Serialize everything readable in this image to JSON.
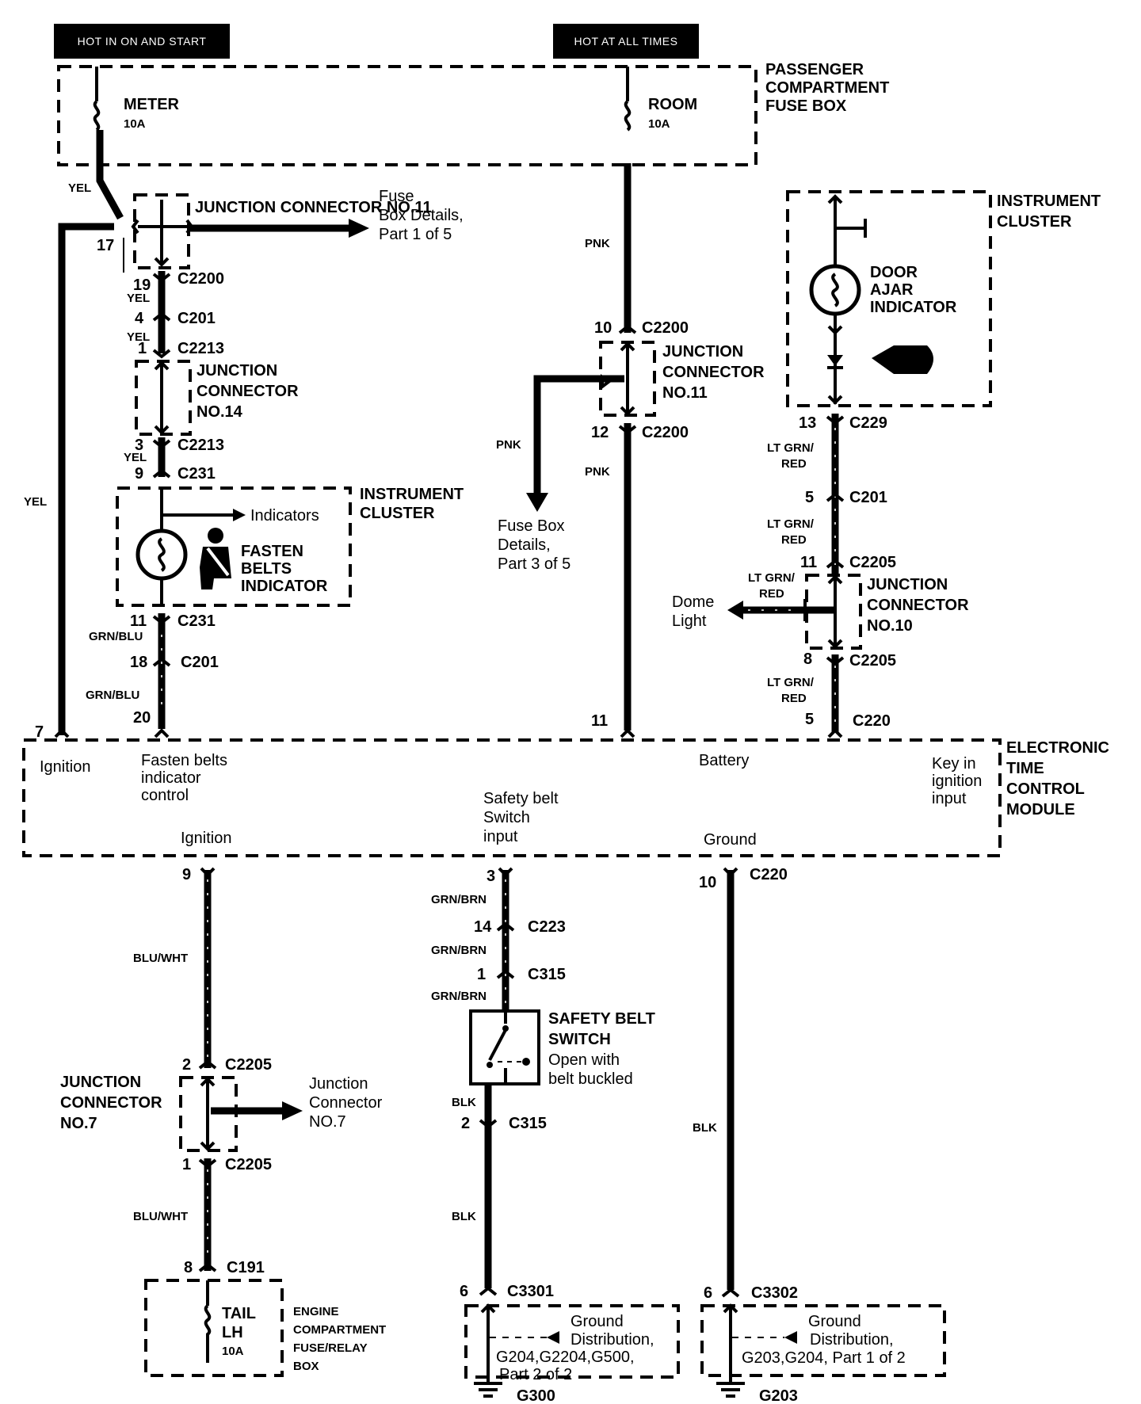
{
  "headers": {
    "left": "HOT IN ON AND START",
    "right": "HOT AT ALL TIMES"
  },
  "fuse_box": {
    "label": [
      "PASSENGER",
      "COMPARTMENT",
      "FUSE BOX"
    ],
    "meter_fuse": {
      "name": "METER",
      "rating": "10A"
    },
    "room_fuse": {
      "name": "ROOM",
      "rating": "10A"
    }
  },
  "left_column": {
    "junction11": {
      "label": "JUNCTION CONNECTOR NO.11",
      "pin": "17",
      "ref": [
        "Fuse",
        "Box Details,",
        "Part 1 of 5"
      ]
    },
    "c2200": {
      "pin": "19",
      "name": "C2200",
      "color": "YEL"
    },
    "c201_a": {
      "pin": "4",
      "name": "C201",
      "color": "YEL"
    },
    "c2213_a": {
      "pin": "1",
      "name": "C2213"
    },
    "junction14": {
      "label": [
        "JUNCTION",
        "CONNECTOR",
        "NO.14"
      ]
    },
    "c2213_b": {
      "pin": "3",
      "name": "C2213",
      "color": "YEL"
    },
    "c231_a": {
      "pin": "9",
      "name": "C231"
    },
    "cluster": {
      "label": [
        "INSTRUMENT",
        "CLUSTER"
      ],
      "indicators": "Indicators",
      "fasten": [
        "FASTEN",
        "BELTS",
        "INDICATOR"
      ]
    },
    "c231_b": {
      "pin": "11",
      "name": "C231",
      "color": "GRN/BLU"
    },
    "c201_b": {
      "pin": "18",
      "name": "C201"
    },
    "c220": {
      "pin": "20",
      "color": "GRN/BLU"
    },
    "yel_top": "YEL",
    "yel_side": "YEL",
    "pin7": "7"
  },
  "middle_column": {
    "pnk1": "PNK",
    "c2200_a": {
      "pin": "10",
      "name": "C2200"
    },
    "junction11": {
      "label": [
        "JUNCTION",
        "CONNECTOR",
        "NO.11"
      ]
    },
    "c2200_b": {
      "pin": "12",
      "name": "C2200"
    },
    "pnk2": "PNK",
    "pnk3": "PNK",
    "ref": [
      "Fuse Box",
      "Details,",
      "Part 3 of 5"
    ],
    "pin11": "11"
  },
  "right_column": {
    "cluster": {
      "label": [
        "INSTRUMENT",
        "CLUSTER"
      ],
      "door": [
        "DOOR",
        "AJAR",
        "INDICATOR"
      ]
    },
    "c229": {
      "pin": "13",
      "name": "C229"
    },
    "wire1": [
      "LT GRN/",
      "RED"
    ],
    "c201": {
      "pin": "5",
      "name": "C201"
    },
    "wire2": [
      "LT GRN/",
      "RED"
    ],
    "c2205_a": {
      "pin": "11",
      "name": "C2205"
    },
    "wire3": [
      "LT GRN/",
      "RED"
    ],
    "dome": [
      "Dome",
      "Light"
    ],
    "junction10": {
      "label": [
        "JUNCTION",
        "CONNECTOR",
        "NO.10"
      ]
    },
    "c2205_b": {
      "pin": "8",
      "name": "C2205"
    },
    "wire4": [
      "LT GRN/",
      "RED"
    ],
    "c220": {
      "pin": "5",
      "name": "C220"
    }
  },
  "module": {
    "label": [
      "ELECTRONIC",
      "TIME",
      "CONTROL",
      "MODULE"
    ],
    "ignition_top": "Ignition",
    "fasten_ctrl": [
      "Fasten belts",
      "indicator",
      "control"
    ],
    "battery": "Battery",
    "key": [
      "Key in",
      "ignition",
      "input"
    ],
    "safety": [
      "Safety belt",
      "Switch",
      "input"
    ],
    "ignition_bottom": "Ignition",
    "ground": "Ground"
  },
  "bottom_left": {
    "pin9": "9",
    "wire1": "BLU/WHT",
    "c2205_a": {
      "pin": "2",
      "name": "C2205"
    },
    "junction7": {
      "label": [
        "JUNCTION",
        "CONNECTOR",
        "NO.7"
      ],
      "ref": [
        "Junction",
        "Connector",
        "NO.7"
      ]
    },
    "c2205_b": {
      "pin": "1",
      "name": "C2205"
    },
    "wire2": "BLU/WHT",
    "c191": {
      "pin": "8",
      "name": "C191"
    },
    "tail": {
      "name": [
        "TAIL",
        "LH"
      ],
      "rating": "10A"
    },
    "box": [
      "ENGINE",
      "COMPARTMENT",
      "FUSE/RELAY",
      "BOX"
    ]
  },
  "bottom_middle": {
    "pin3": "3",
    "wire1": "GRN/BRN",
    "c223": {
      "pin": "14",
      "name": "C223"
    },
    "wire2": "GRN/BRN",
    "c315_a": {
      "pin": "1",
      "name": "C315"
    },
    "wire3": "GRN/BRN",
    "switch": {
      "label": [
        "SAFETY BELT",
        "SWITCH"
      ],
      "note": [
        "Open with",
        "belt buckled"
      ]
    },
    "wire4": "BLK",
    "c315_b": {
      "pin": "2",
      "name": "C315"
    },
    "wire5": "BLK",
    "c3301": {
      "pin": "6",
      "name": "C3301"
    },
    "ground": {
      "label": [
        "Ground",
        "Distribution,",
        "G204,G2204,G500,",
        "Part 2 of 2"
      ],
      "name": "G300"
    }
  },
  "bottom_right": {
    "c220": {
      "pin": "10",
      "name": "C220"
    },
    "wire1": "BLK",
    "c3302": {
      "pin": "6",
      "name": "C3302"
    },
    "ground": {
      "label": [
        "Ground",
        "Distribution,",
        "G203,G204, Part 1 of 2"
      ],
      "name": "G203"
    }
  }
}
